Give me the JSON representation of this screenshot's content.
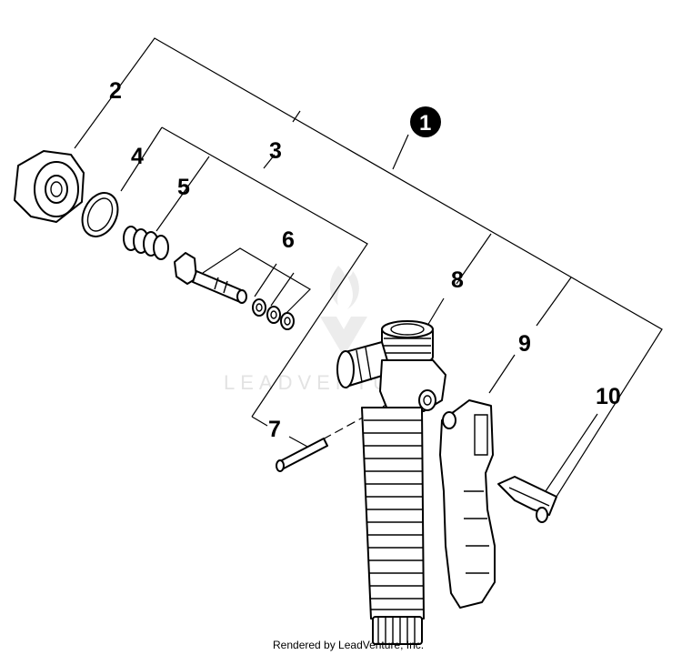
{
  "diagram": {
    "callouts": [
      {
        "id": "1",
        "text": "1"
      },
      {
        "id": "2",
        "text": "2"
      },
      {
        "id": "3",
        "text": "3"
      },
      {
        "id": "4",
        "text": "4"
      },
      {
        "id": "5",
        "text": "5"
      },
      {
        "id": "6",
        "text": "6"
      },
      {
        "id": "7",
        "text": "7"
      },
      {
        "id": "8",
        "text": "8"
      },
      {
        "id": "9",
        "text": "9"
      },
      {
        "id": "10",
        "text": "10"
      }
    ],
    "watermark": "LEADVENTURE",
    "footer": "Rendered by LeadVenture, Inc."
  }
}
